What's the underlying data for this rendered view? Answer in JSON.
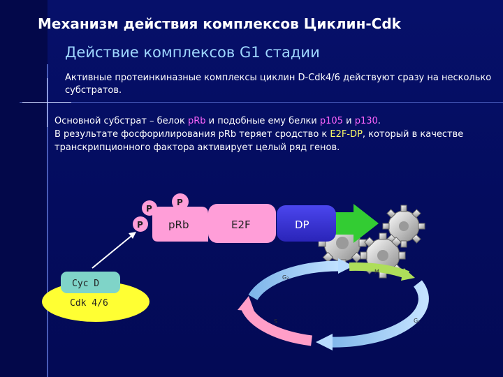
{
  "slide": {
    "title": "Механизм действия комплексов Циклин-Cdk",
    "subtitle": "Действие комплексов G1 стадии",
    "paragraph1": "Активные протеинкиназные комплексы циклин D-Cdk4/6 действуют сразу на несколько субстратов.",
    "paragraph2": {
      "p1": "Основной субстрат – белок ",
      "prb": "pRb",
      "p2": " и подобные ему белки ",
      "p105": "p105",
      "p3": " и ",
      "p130": "p130",
      "p4": ".",
      "p5": "В результате фосфорилирования pRb теряет сродство к ",
      "e2fdp": "E2F-DP",
      "p6": ", который в качестве транскрипционного фактора активирует целый ряд генов."
    }
  },
  "diagram": {
    "phospho_label": "P",
    "prb_label": "pRb",
    "e2f_label": "E2F",
    "dp_label": "DP",
    "cyc_label": "Cyc D",
    "cdk_label": "Cdk 4/6",
    "phase_m": "M",
    "phase_g2": "G₂",
    "phase_s": "S",
    "phase_g1": "G₁"
  },
  "colors": {
    "background": "#040c5e",
    "subtitle": "#9fd7ff",
    "prb_box": "#ff9ed8",
    "dp_box": "#3b36d8",
    "arrow_green": "#33cc33",
    "cyc_box": "#7fd4c8",
    "cdk_ellipse": "#ffff33",
    "phospho": "#ff9ed8"
  }
}
